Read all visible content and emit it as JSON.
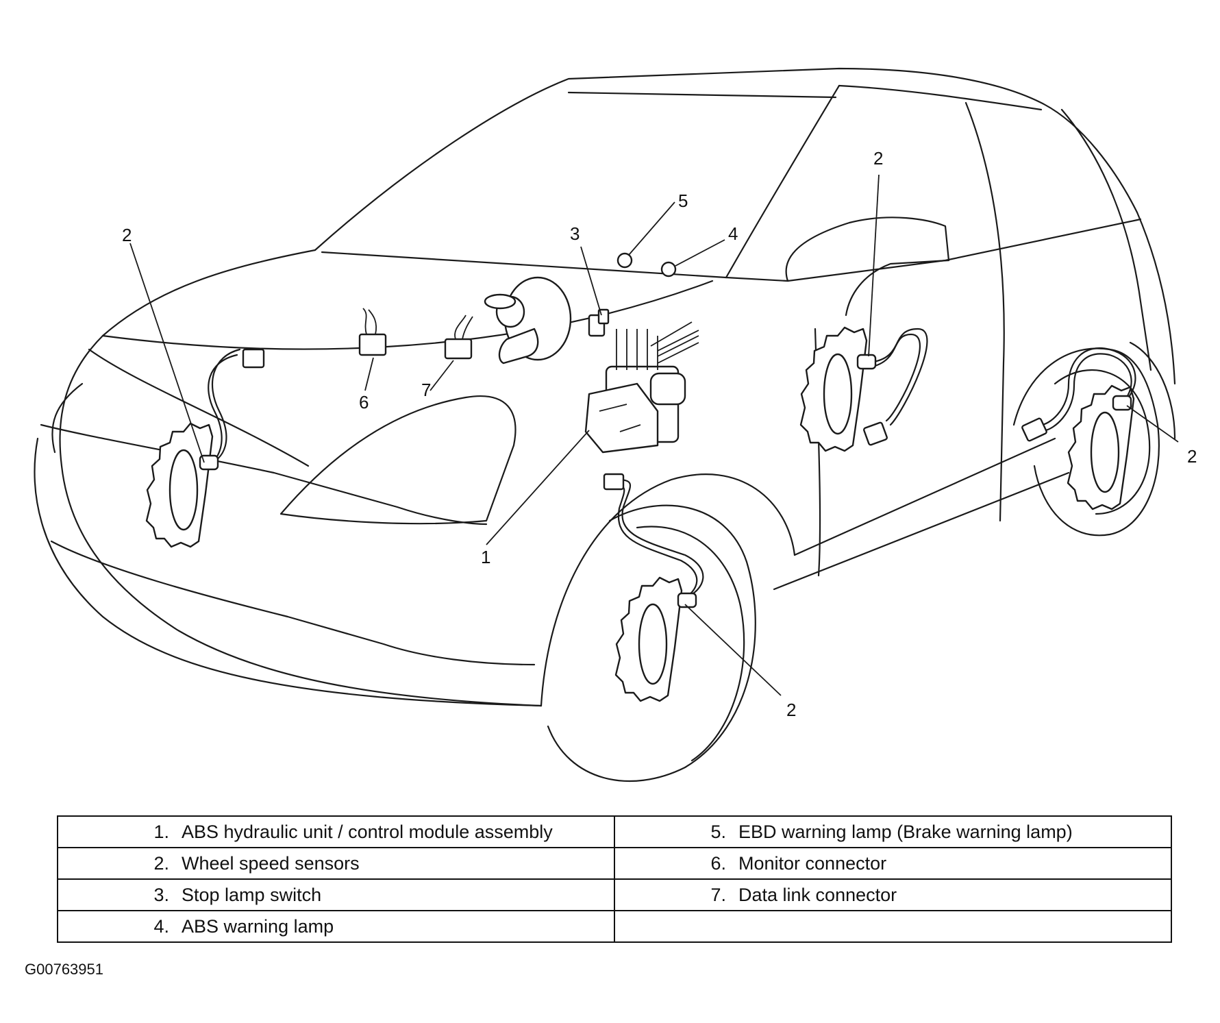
{
  "callouts": {
    "c1": "1",
    "c2_front_left": "2",
    "c2_front_right": "2",
    "c2_rear_left": "2",
    "c2_rear_right": "2",
    "c3": "3",
    "c4": "4",
    "c5": "5",
    "c6": "6",
    "c7": "7"
  },
  "legend": {
    "rows": [
      [
        {
          "num": "1.",
          "text": "ABS hydraulic unit / control module assembly"
        },
        {
          "num": "5.",
          "text": "EBD warning lamp (Brake warning lamp)"
        }
      ],
      [
        {
          "num": "2.",
          "text": "Wheel speed sensors"
        },
        {
          "num": "6.",
          "text": "Monitor connector"
        }
      ],
      [
        {
          "num": "3.",
          "text": "Stop lamp switch"
        },
        {
          "num": "7.",
          "text": "Data link connector"
        }
      ],
      [
        {
          "num": "4.",
          "text": "ABS warning lamp"
        },
        {
          "num": "",
          "text": ""
        }
      ]
    ]
  },
  "figure_id": "G00763951"
}
